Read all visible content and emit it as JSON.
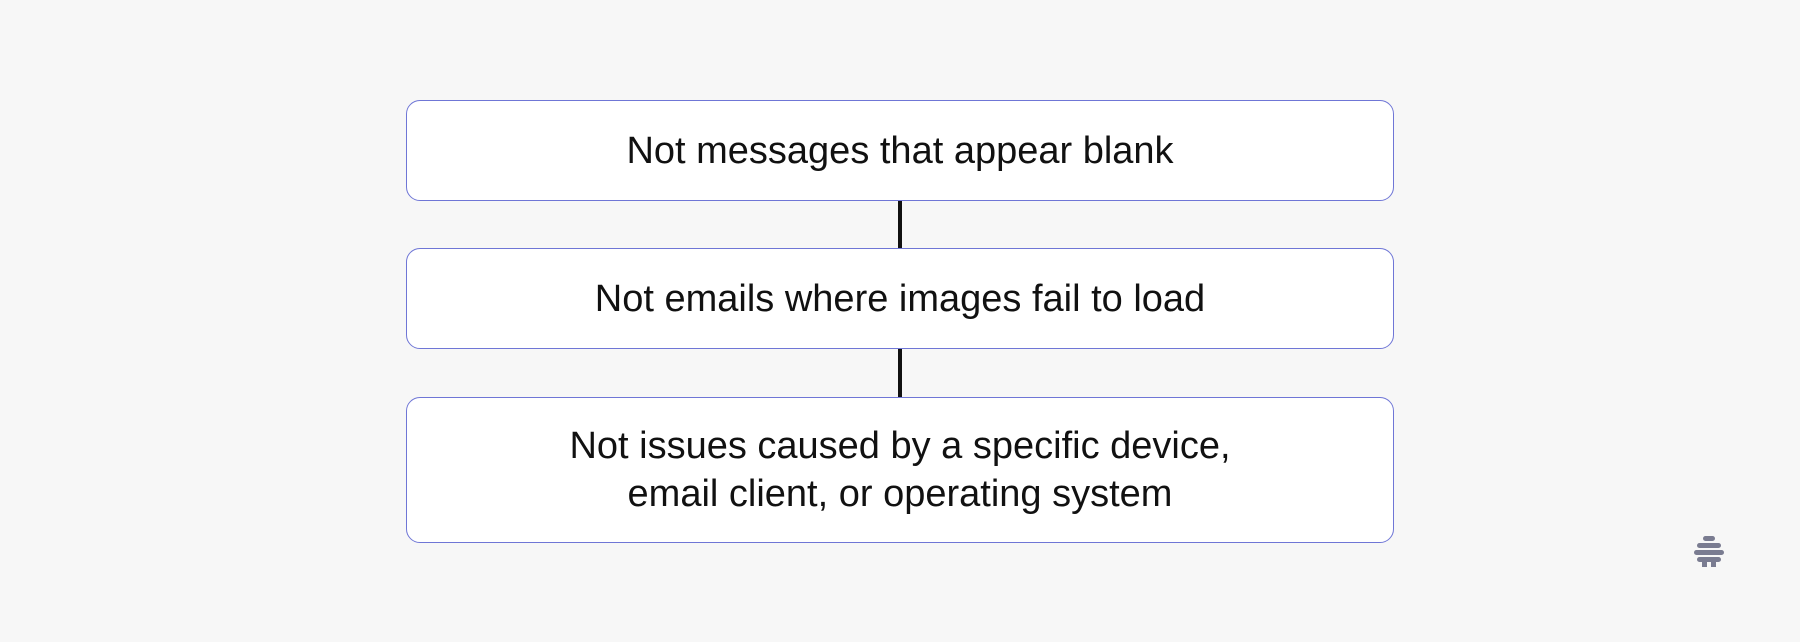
{
  "diagram": {
    "nodes": [
      {
        "text": "Not messages that appear blank"
      },
      {
        "text": "Not emails where images fail to load"
      },
      {
        "text": "Not issues caused by a specific device,\nemail client, or operating system"
      }
    ]
  },
  "brand": {
    "logo_icon": "beehive-logo-icon",
    "box_border_color": "#6f76d6",
    "connector_color": "#111111",
    "logo_color": "#7a7c91"
  }
}
